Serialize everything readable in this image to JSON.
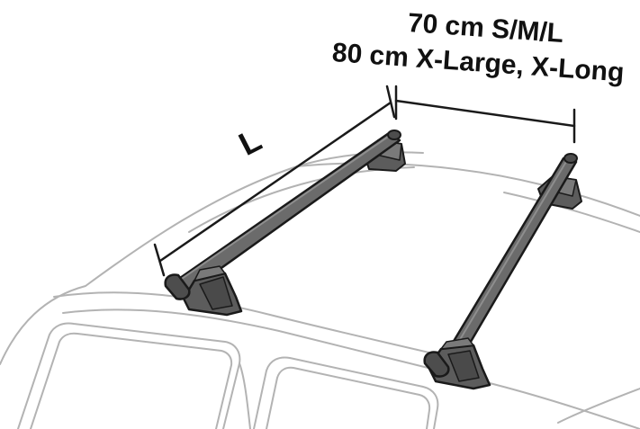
{
  "labels": {
    "length": "L",
    "spacing_small": "70 cm S/M/L",
    "spacing_large": "80 cm X-Large, X-Long"
  },
  "colors": {
    "car_outline": "#b3b3b3",
    "bar_fill": "#6b6b6b",
    "bar_dark": "#3f3f3f",
    "foot_fill": "#5c5c5c",
    "outline": "#1a1a1a",
    "dimension_line": "#1a1a1a"
  },
  "icons": {
    "car": "car-roof-outline",
    "bar": "roof-bar"
  }
}
